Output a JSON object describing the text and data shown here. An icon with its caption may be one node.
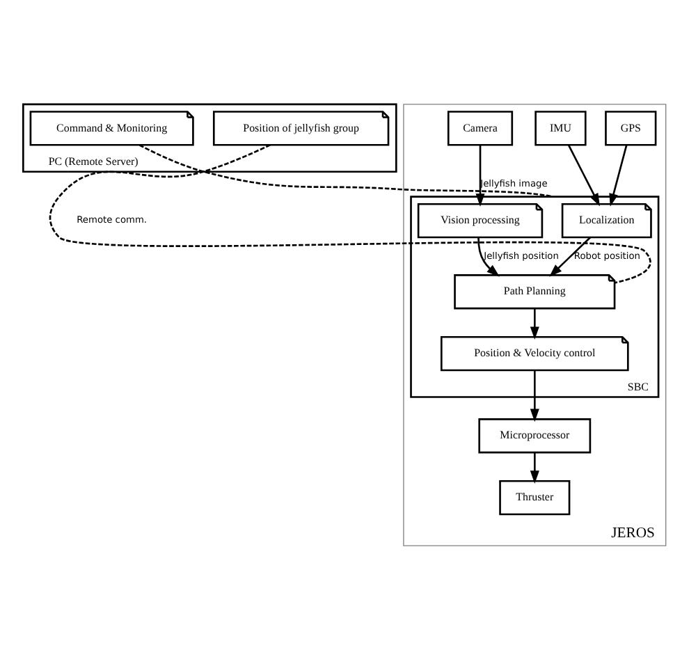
{
  "diagram": {
    "nodes": [
      {
        "text": [
          "JEROS"
        ]
      },
      {
        "text": [
          "GPS"
        ],
        "in": 0
      },
      {
        "text": [
          "IMU"
        ],
        "in": 0
      },
      {
        "text": [
          "Camera"
        ],
        "in": 0
      },
      {
        "text": [
          "SBC"
        ],
        "in": 0
      },
      {
        "text": [
          "Localization"
        ],
        "in": 4
      },
      {
        "text": [
          "Vision processing"
        ],
        "in": 4
      },
      {
        "text": [
          "Path Planning"
        ],
        "in": 4
      },
      {
        "text": [
          "Position & Velocity control"
        ],
        "in": 4
      },
      {
        "text": [
          "Microprocessor"
        ],
        "in": 0
      },
      {
        "text": [
          "Thruster"
        ],
        "in": 0
      },
      {
        "text": [
          "PC (Remote Server)"
        ]
      },
      {
        "text": [
          "Position of jellyfish group"
        ],
        "in": 11
      },
      {
        "text": [
          "Command & Monitoring"
        ],
        "in": 11
      }
    ],
    "edges": [
      {
        "from": 1,
        "to": 5,
        "arrow": "to"
      },
      {
        "from": 2,
        "to": 5,
        "arrow": "to"
      },
      {
        "from": 3,
        "to": 6,
        "arrow": "to",
        "label": "Jellyfish image"
      },
      {
        "from": 5,
        "to": 7,
        "arrow": "to",
        "label": "Robot position"
      },
      {
        "from": 6,
        "to": 7,
        "arrow": "to",
        "label": "Jellyfish position"
      },
      {
        "from": 7,
        "to": 8,
        "arrow": "to"
      },
      {
        "from": 8,
        "to": 9,
        "arrow": "to"
      },
      {
        "from": 9,
        "to": 10,
        "arrow": "to"
      },
      {
        "from": 12,
        "to": 7,
        "arrow": "none",
        "style": "dashed"
      },
      {
        "from": 13,
        "to": 4,
        "arrow": "none",
        "style": "dashed"
      }
    ],
    "labels": [
      "Remote comm."
    ]
  }
}
